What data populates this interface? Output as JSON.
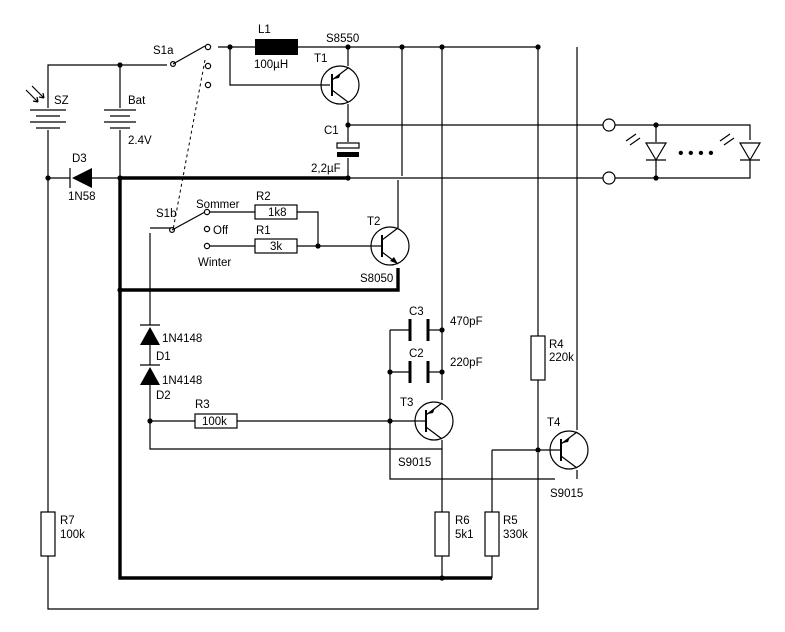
{
  "labels": {
    "s1a": "S1a",
    "s1b": "S1b",
    "sommer": "Sommer",
    "off": "Off",
    "winter": "Winter",
    "sz": "SZ",
    "bat": "Bat",
    "bat_v": "2.4V",
    "d3": "D3",
    "d3_type": "1N58",
    "l1": "L1",
    "l1_val": "100µH",
    "s8550": "S8550",
    "t1": "T1",
    "c1": "C1",
    "c1_val": "2,2µF",
    "r2": "R2",
    "r2_val": "1k8",
    "r1": "R1",
    "r1_val": "3k",
    "t2": "T2",
    "s8050": "S8050",
    "c3": "C3",
    "c3_val": "470pF",
    "c2": "C2",
    "c2_val": "220pF",
    "d1_type": "1N4148",
    "d1": "D1",
    "d2_type": "1N4148",
    "d2": "D2",
    "r3": "R3",
    "r3_val": "100k",
    "t3": "T3",
    "s9015_t3": "S9015",
    "r4": "R4",
    "r4_val": "220k",
    "t4": "T4",
    "s9015_t4": "S9015",
    "r6": "R6",
    "r6_val": "5k1",
    "r5": "R5",
    "r5_val": "330k",
    "r7": "R7",
    "r7_val": "100k",
    "led_dots": "• • • •"
  }
}
